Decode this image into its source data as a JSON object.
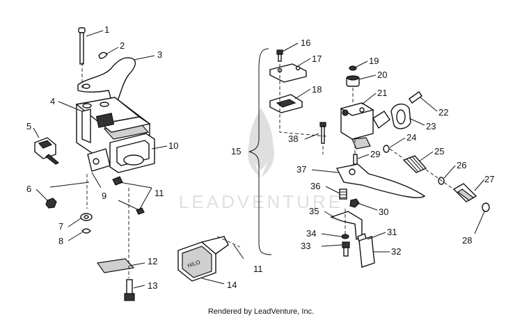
{
  "watermark": {
    "text": "LEADVENTURE"
  },
  "footer": {
    "credit": "Rendered by LeadVenture, Inc."
  },
  "callouts": {
    "c1": "1",
    "c2": "2",
    "c3": "3",
    "c4": "4",
    "c5": "5",
    "c6": "6",
    "c7": "7",
    "c8": "8",
    "c9": "9",
    "c10": "10",
    "c11a": "11",
    "c11b": "11",
    "c12": "12",
    "c13": "13",
    "c14": "14",
    "c15": "15",
    "c16": "16",
    "c17": "17",
    "c18": "18",
    "c19": "19",
    "c20": "20",
    "c21": "21",
    "c22": "22",
    "c23": "23",
    "c24": "24",
    "c25": "25",
    "c26": "26",
    "c27": "27",
    "c28": "28",
    "c29": "29",
    "c30": "30",
    "c31": "31",
    "c32": "32",
    "c33": "33",
    "c34": "34",
    "c35": "35",
    "c36": "36",
    "c37": "37",
    "c38": "38"
  },
  "labels": {
    "switch_label": "H/LO"
  },
  "colors": {
    "ink": "#111111",
    "background": "#ffffff"
  }
}
